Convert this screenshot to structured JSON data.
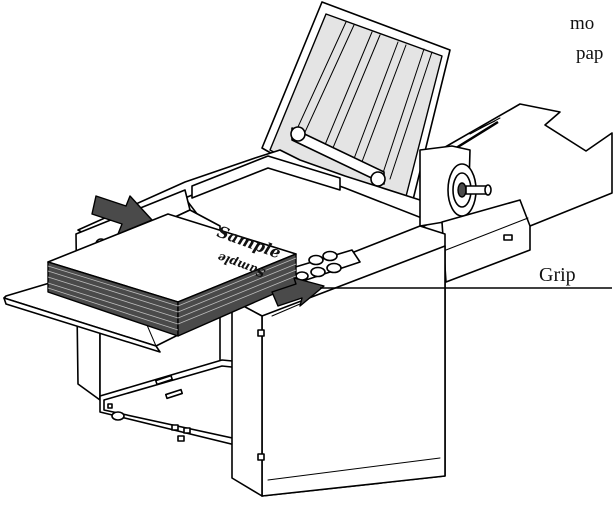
{
  "document": {
    "top_fragment_line1": "mo",
    "top_fragment_line2": "pap",
    "callout_label": "Grip",
    "stamp_text": "Sample"
  },
  "icons": [
    "paper-folding-machine",
    "direction-arrow",
    "direction-arrow",
    "roller-wheel",
    "control-button"
  ]
}
